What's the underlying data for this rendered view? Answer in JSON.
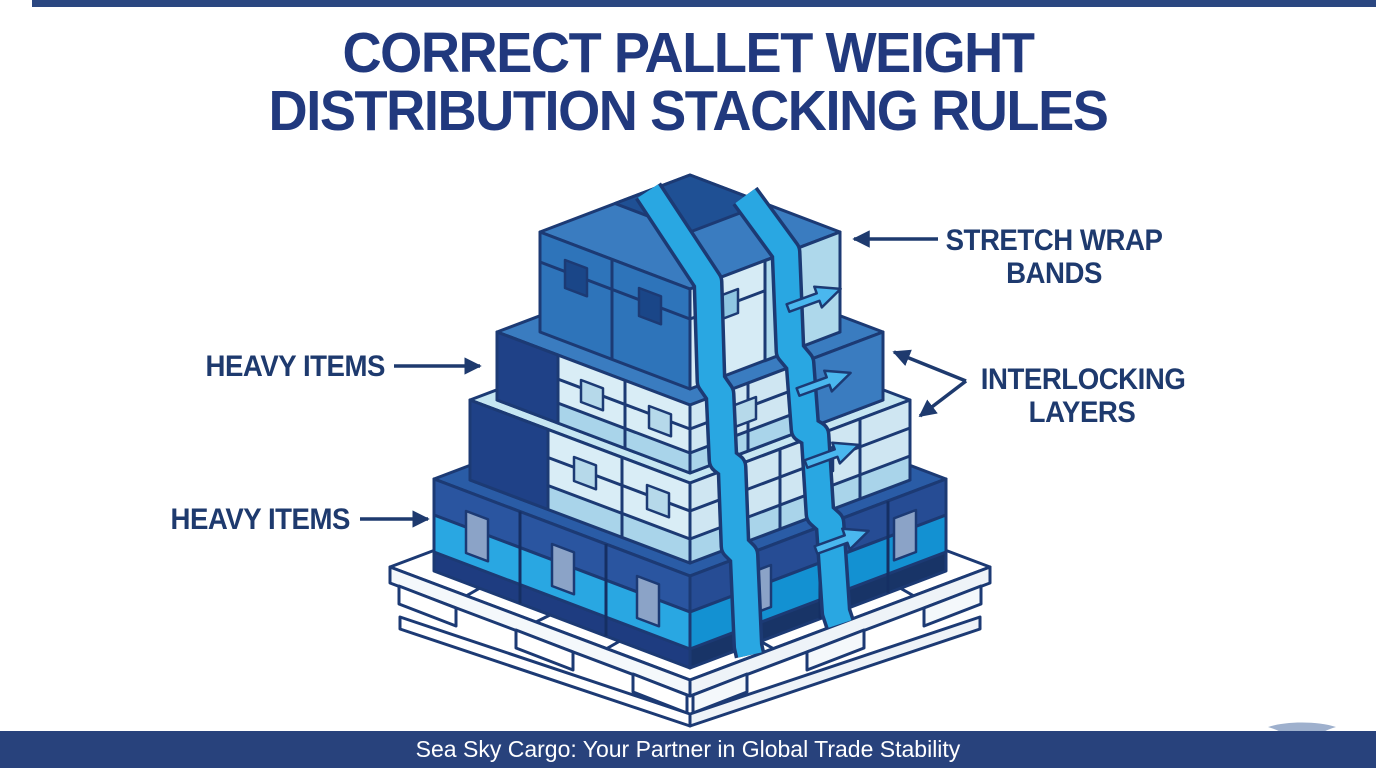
{
  "title": {
    "line1": "CORRECT PALLET WEIGHT",
    "line2": "DISTRIBUTION STACKING RULES",
    "color": "#21397e"
  },
  "callouts": {
    "stretch_wrap": {
      "line1": "STRETCH WRAP",
      "line2": "BANDS"
    },
    "heavy_items_upper": {
      "text": "HEAVY ITEMS"
    },
    "interlocking": {
      "line1": "INTERLOCKING",
      "line2": "LAYERS"
    },
    "heavy_items_lower": {
      "text": "HEAVY ITEMS"
    }
  },
  "footer": {
    "text": "Sea Sky Cargo: Your Partner in Global Trade Stability",
    "bg_color": "#28427c",
    "text_color": "#ffffff"
  },
  "illustration": {
    "name": "pallet-stack-isometric",
    "tiers": 4,
    "depicts": "stacked boxes strapped with stretch wrap bands on a wooden pallet"
  },
  "palette": {
    "outline_navy": "#1c3a74",
    "arrow_navy": "#1e3a6e",
    "dark_box_navy": "#1e3c80",
    "medium_box_blue": "#3a7cc0",
    "pale_box_blue": "#d9edf6",
    "light_band_blue": "#a9d4ea",
    "strap_cyan": "#29a7e2",
    "pallet_white": "#ffffff",
    "top_strip_navy": "#2b4781",
    "footer_pointer_gray_blue": "#9eb0cd"
  }
}
